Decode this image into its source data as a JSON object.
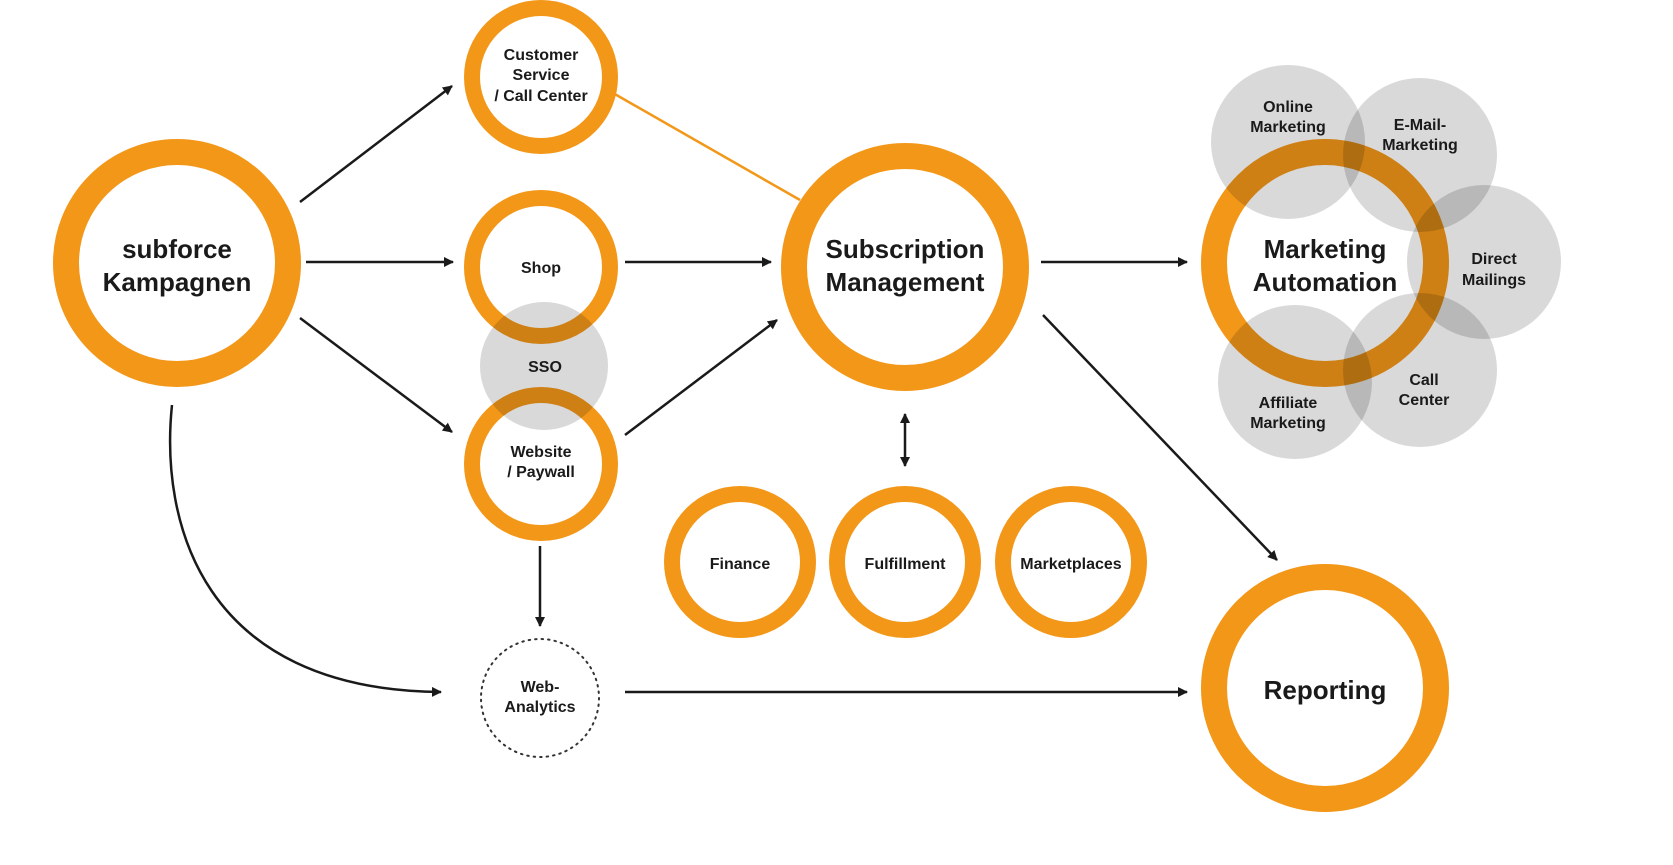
{
  "colors": {
    "accent": "#F39719",
    "gray": "#d9d9d9",
    "line": "#1a1a1a"
  },
  "nodes": {
    "subforce": [
      "subforce",
      "Kampagnen"
    ],
    "customer_service": [
      "Customer",
      "Service",
      "/ Call Center"
    ],
    "shop": "Shop",
    "sso": "SSO",
    "website": [
      "Website",
      "/ Paywall"
    ],
    "web_analytics": [
      "Web-",
      "Analytics"
    ],
    "subscription": [
      "Subscription",
      "Management"
    ],
    "finance": "Finance",
    "fulfillment": "Fulfillment",
    "marketplaces": "Marketplaces",
    "marketing_automation": [
      "Marketing",
      "Automation"
    ],
    "online_marketing": [
      "Online",
      "Marketing"
    ],
    "email_marketing": [
      "E-Mail-",
      "Marketing"
    ],
    "direct_mailings": [
      "Direct",
      "Mailings"
    ],
    "call_center": [
      "Call",
      "Center"
    ],
    "affiliate_marketing": [
      "Affiliate",
      "Marketing"
    ],
    "reporting": "Reporting"
  }
}
